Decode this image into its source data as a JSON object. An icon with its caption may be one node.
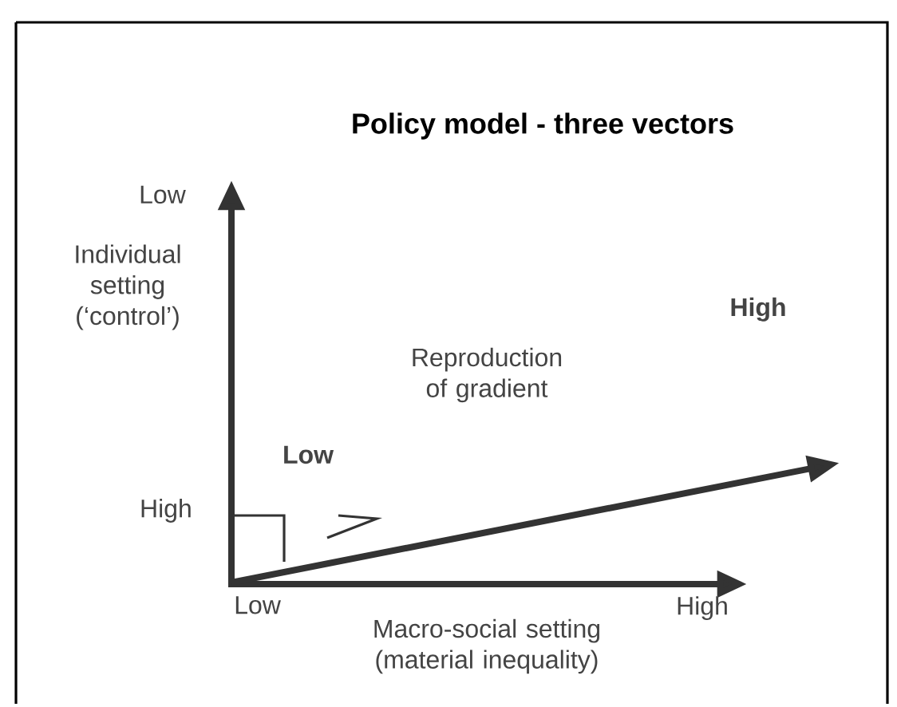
{
  "diagram": {
    "title": "Policy model - three vectors",
    "labels": [
      "Low",
      "Individual setting (‘control’)",
      "High",
      "Reproduction of gradient",
      "High",
      "Low",
      "Low",
      "High",
      "Macro-social setting (material inequality)"
    ]
  }
}
